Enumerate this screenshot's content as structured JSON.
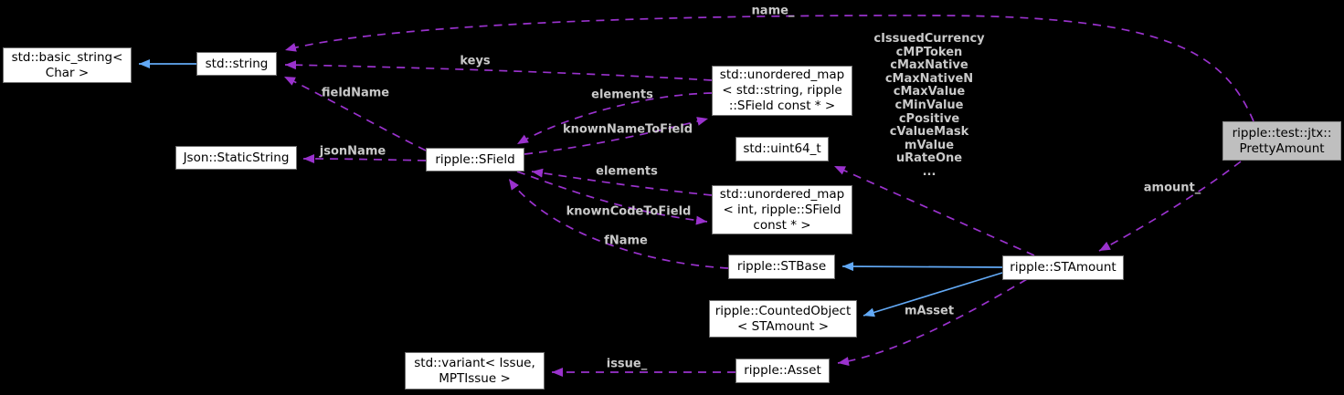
{
  "diagram": {
    "type": "doxygen-collaboration-graph",
    "colors": {
      "background": "#000000",
      "node_fill": "#ffffff",
      "node_border": "#6f6f6f",
      "node_text": "#000000",
      "main_node_fill": "#bfbfbf",
      "usage_edge": "#9a32cd",
      "inheritance_edge": "#62a9f5",
      "edge_label_text": "#c9c9c9"
    },
    "nodes": {
      "basic_string": {
        "label": "std::basic_string<\nChar >"
      },
      "std_string": {
        "label": "std::string"
      },
      "static_string": {
        "label": "Json::StaticString"
      },
      "sfield": {
        "label": "ripple::SField"
      },
      "map_string": {
        "label": "std::unordered_map\n< std::string, ripple\n::SField const * >"
      },
      "uint64": {
        "label": "std::uint64_t"
      },
      "map_int": {
        "label": "std::unordered_map\n< int, ripple::SField\nconst * >"
      },
      "stbase": {
        "label": "ripple::STBase"
      },
      "counted_object": {
        "label": "ripple::CountedObject\n< STAmount >"
      },
      "asset": {
        "label": "ripple::Asset"
      },
      "variant": {
        "label": "std::variant< Issue,\nMPTIssue >"
      },
      "stamount": {
        "label": "ripple::STAmount"
      },
      "pretty_amount": {
        "label": "ripple::test::jtx::\nPrettyAmount"
      }
    },
    "edge_labels": {
      "name": "name_",
      "keys": "keys",
      "field_name": "fieldName",
      "elements_name_map": "elements",
      "known_name_to_field": "knownNameToField",
      "json_name": "jsonName",
      "elements_code_map": "elements",
      "known_code_to_field": "knownCodeToField",
      "f_name": "fName",
      "stamount_value_members": "cIssuedCurrency\ncMPToken\ncMaxNative\ncMaxNativeN\ncMaxValue\ncMinValue\ncPositive\ncValueMask\nmValue\nuRateOne\n...",
      "amount": "amount_",
      "m_asset": "mAsset",
      "issue": "issue_"
    }
  }
}
